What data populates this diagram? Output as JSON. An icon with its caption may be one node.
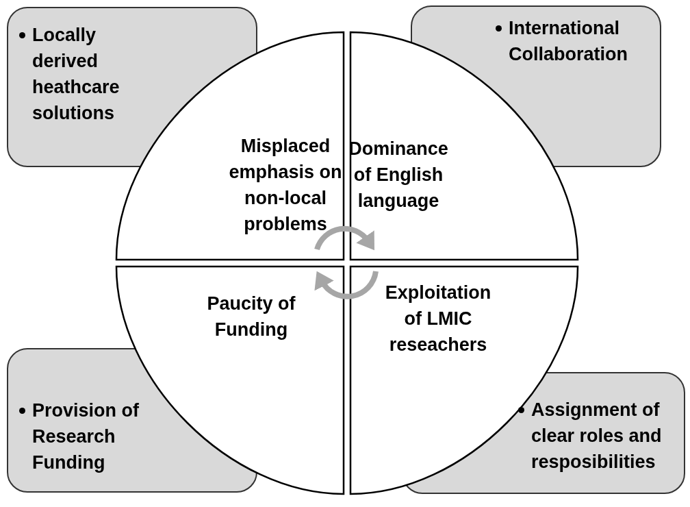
{
  "diagram": {
    "nodes": [
      {
        "text": [
          "Locally derived heathcare solutions"
        ]
      },
      {
        "text": [
          "International Collaboration"
        ]
      },
      {
        "text": [
          "Misplaced emphasis on non-local problems"
        ]
      },
      {
        "text": [
          "Dominance of English language"
        ]
      },
      {
        "text": [
          "Paucity of Funding"
        ]
      },
      {
        "text": [
          "Exploitation of LMIC reseachers"
        ]
      },
      {
        "text": [
          "Provision of Research Funding"
        ]
      },
      {
        "text": [
          "Assignment of clear roles and resposibilities"
        ]
      }
    ],
    "edges": [
      {
        "from": 2,
        "to": 3,
        "arrow": "to"
      },
      {
        "from": 5,
        "to": 4,
        "arrow": "to"
      }
    ]
  }
}
